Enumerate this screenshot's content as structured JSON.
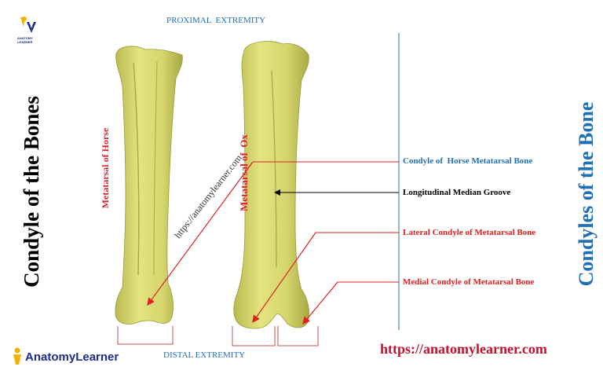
{
  "logo_top": {
    "letters": "TV",
    "caption": "ANATOMY LEARNER"
  },
  "header": {
    "top_label": "PROXIMAL  EXTREMITY",
    "bottom_label": "DISTAL EXTREMITY"
  },
  "side_titles": {
    "left": "Condyle of the Bones",
    "right": "Condyles of the Bone"
  },
  "bone_labels": {
    "horse": "Metatarsal of Horse",
    "ox": "Metatarsal of  Ox"
  },
  "watermark": "https://anatomylearner.com",
  "annotations": [
    {
      "id": "condyle-horse",
      "text": "Condyle of  Horse Metatarsal Bone",
      "color": "#1f6fb5"
    },
    {
      "id": "median-groove",
      "text": "Longitudinal Median Groove",
      "color": "#000000"
    },
    {
      "id": "lateral-condyle",
      "text": "Lateral Condyle of Metatarsal Bone",
      "color": "#e02020"
    },
    {
      "id": "medial-condyle",
      "text": "Medial Condyle of Metatarsal Bone",
      "color": "#e02020"
    }
  ],
  "footer": {
    "brand_part1": "Anatomy",
    "brand_part2": "Learner",
    "url": "https://anatomylearner.com"
  },
  "colors": {
    "bone": "#dede7a",
    "bone_shadow": "#b8b84e",
    "accent_blue": "#1f6fb5",
    "accent_red": "#d9232b"
  }
}
